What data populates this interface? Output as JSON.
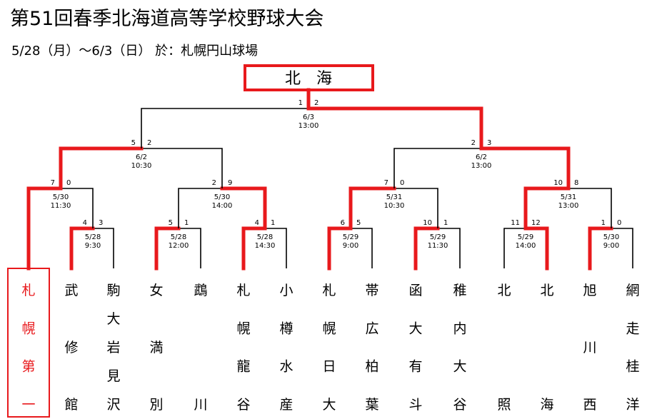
{
  "title": "第51回春季北海道高等学校野球大会",
  "subtitle": "5/28（月）～6/3（日） 於：札幌円山球場",
  "champion": "北　海",
  "teams": [
    {
      "name": "札幌第一",
      "winner": true
    },
    {
      "name": "武修館",
      "winner": false
    },
    {
      "name": "駒大岩見沢",
      "winner": false
    },
    {
      "name": "女満別",
      "winner": false
    },
    {
      "name": "鵡川",
      "winner": false
    },
    {
      "name": "札幌龍谷",
      "winner": false
    },
    {
      "name": "小樽水産",
      "winner": false
    },
    {
      "name": "札幌日大",
      "winner": false
    },
    {
      "name": "帯広柏葉",
      "winner": false
    },
    {
      "name": "函大有斗",
      "winner": false
    },
    {
      "name": "稚内大谷",
      "winner": false
    },
    {
      "name": "北照",
      "winner": false
    },
    {
      "name": "北海",
      "winner": false
    },
    {
      "name": "旭川西",
      "winner": false
    },
    {
      "name": "網走桂洋",
      "winner": false
    }
  ],
  "matches": [
    {
      "id": "r1a",
      "date": "5/28",
      "time": "9:30",
      "score_left": "4",
      "score_right": "3"
    },
    {
      "id": "r1b",
      "date": "5/28",
      "time": "12:00",
      "score_left": "5",
      "score_right": "1"
    },
    {
      "id": "r1c",
      "date": "5/28",
      "time": "14:30",
      "score_left": "4",
      "score_right": "1"
    },
    {
      "id": "r1d",
      "date": "5/29",
      "time": "9:00",
      "score_left": "6",
      "score_right": "5"
    },
    {
      "id": "r1e",
      "date": "5/29",
      "time": "11:30",
      "score_left": "10",
      "score_right": "1"
    },
    {
      "id": "r1f",
      "date": "5/29",
      "time": "14:00",
      "score_left": "11",
      "score_right": "12"
    },
    {
      "id": "r1g",
      "date": "5/30",
      "time": "9:00",
      "score_left": "1",
      "score_right": "0"
    },
    {
      "id": "r2a",
      "date": "5/30",
      "time": "11:30",
      "score_left": "7",
      "score_right": "0"
    },
    {
      "id": "r2b",
      "date": "5/30",
      "time": "14:00",
      "score_left": "2",
      "score_right": "9"
    },
    {
      "id": "r2c",
      "date": "5/31",
      "time": "10:30",
      "score_left": "7",
      "score_right": "0"
    },
    {
      "id": "r2d",
      "date": "5/31",
      "time": "13:00",
      "score_left": "10",
      "score_right": "8"
    },
    {
      "id": "sfa",
      "date": "6/2",
      "time": "10:30",
      "score_left": "5",
      "score_right": "2"
    },
    {
      "id": "sfb",
      "date": "6/2",
      "time": "13:00",
      "score_left": "2",
      "score_right": "3"
    },
    {
      "id": "final",
      "date": "6/3",
      "time": "13:00",
      "score_left": "1",
      "score_right": "2"
    }
  ],
  "colors": {
    "winner": "#e8191c",
    "loser": "#000000"
  }
}
